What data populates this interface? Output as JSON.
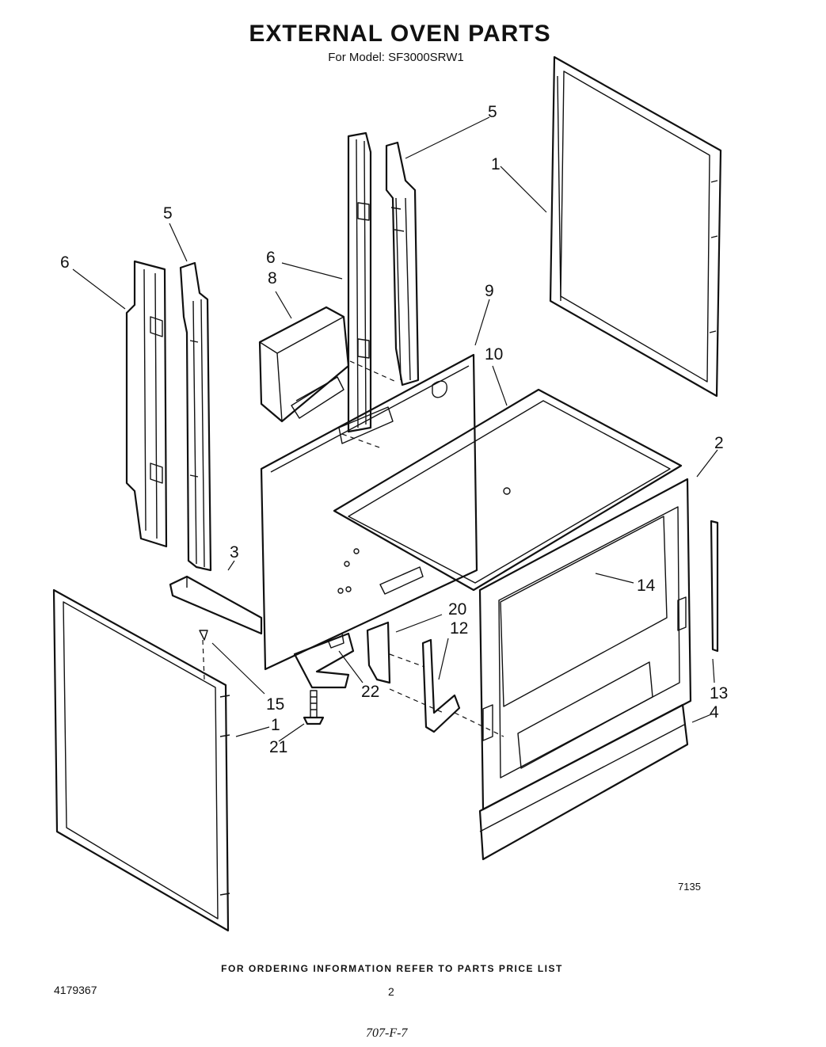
{
  "header": {
    "title": "EXTERNAL OVEN PARTS",
    "subtitle": "For Model: SF3000SRW1"
  },
  "callouts": {
    "c1_top": "1",
    "c1_bottom": "1",
    "c2": "2",
    "c3": "3",
    "c4": "4",
    "c5_left": "5",
    "c5_right": "5",
    "c6_left": "6",
    "c6_center": "6",
    "c8": "8",
    "c9": "9",
    "c10": "10",
    "c12": "12",
    "c13": "13",
    "c14": "14",
    "c15": "15",
    "c20": "20",
    "c21": "21",
    "c22": "22"
  },
  "drawing_number": "7135",
  "footer": {
    "ordering_note": "FOR ORDERING INFORMATION REFER TO PARTS PRICE LIST",
    "doc_number": "4179367",
    "page_number": "2",
    "handwritten": "707-F-7"
  }
}
